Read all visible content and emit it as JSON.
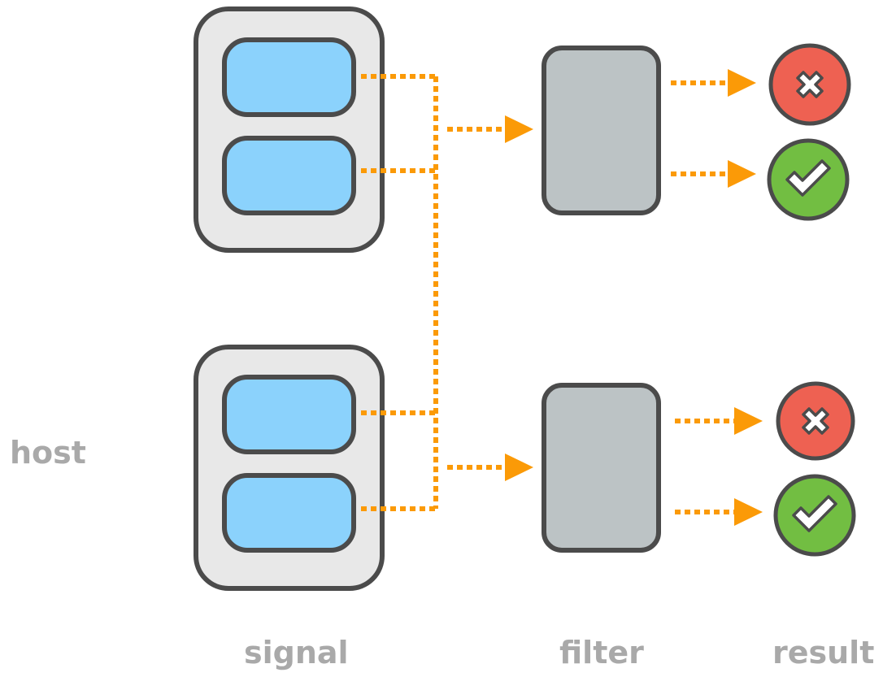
{
  "labels": {
    "host": "host",
    "signal": "signal",
    "filter": "filter",
    "result": "result"
  },
  "colors": {
    "host_fill": "#e8e8e8",
    "outline": "#4b4b4b",
    "signal_fill": "#8bd2fc",
    "filter_fill": "#bcc3c5",
    "connector": "#fb9a07",
    "reject": "#ee6152",
    "accept": "#72be42",
    "label_text": "#a9a9a9"
  },
  "icons": {
    "reject": "x-mark-icon",
    "accept": "check-mark-icon"
  }
}
